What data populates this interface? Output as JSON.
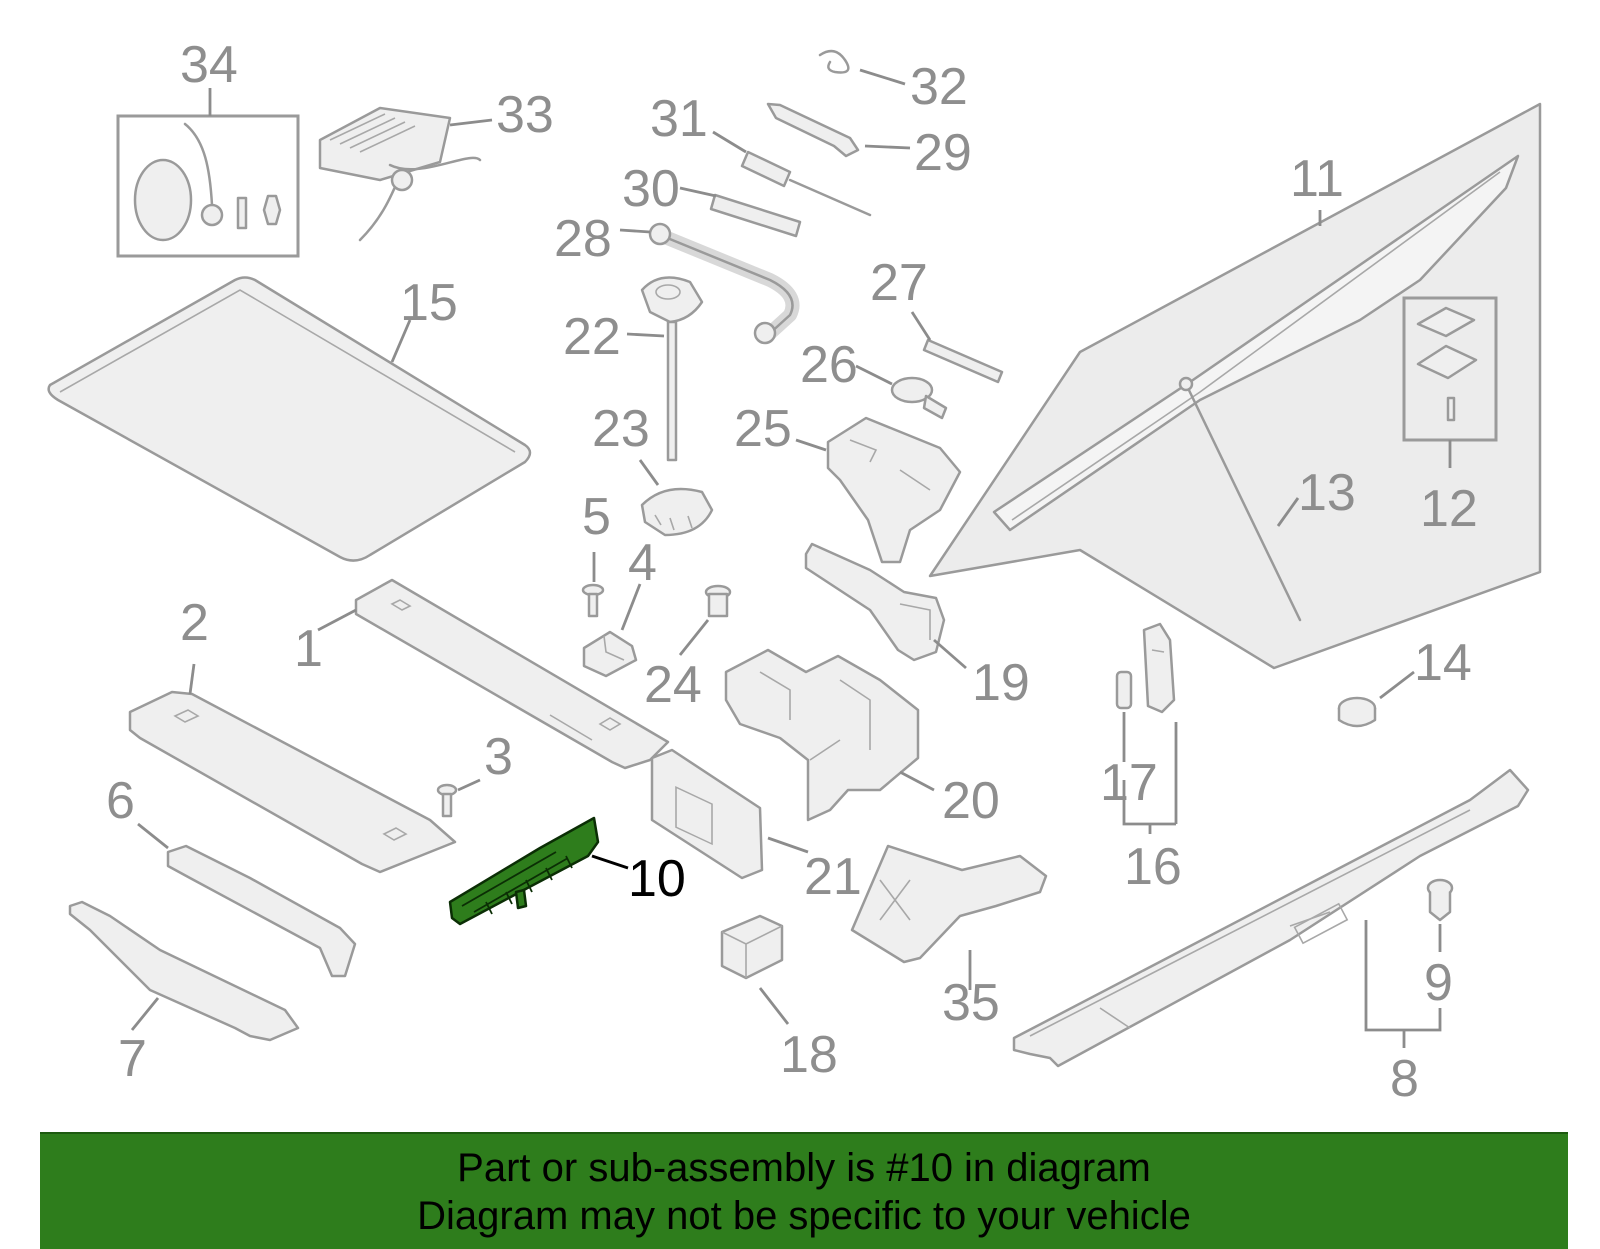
{
  "diagram": {
    "accent_color": "#2e7d1c",
    "part_color": "#9a9a9a",
    "callouts": {
      "c1": "1",
      "c2": "2",
      "c3": "3",
      "c4": "4",
      "c5": "5",
      "c6": "6",
      "c7": "7",
      "c8": "8",
      "c9": "9",
      "c10": "10",
      "c11": "11",
      "c12": "12",
      "c13": "13",
      "c14": "14",
      "c15": "15",
      "c16": "16",
      "c17": "17",
      "c18": "18",
      "c19": "19",
      "c20": "20",
      "c21": "21",
      "c22": "22",
      "c23": "23",
      "c24": "24",
      "c25": "25",
      "c26": "26",
      "c27": "27",
      "c28": "28",
      "c29": "29",
      "c30": "30",
      "c31": "31",
      "c32": "32",
      "c33": "33",
      "c34": "34",
      "c35": "35"
    },
    "highlighted_part": "10"
  },
  "banner": {
    "line1": "Part or sub-assembly is #10 in diagram",
    "line2": "Diagram may not be specific to your vehicle"
  }
}
